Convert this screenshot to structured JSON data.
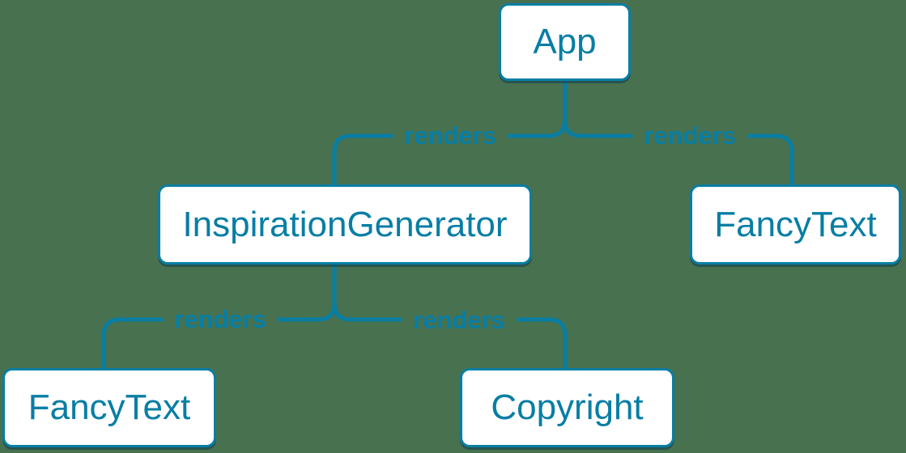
{
  "colors": {
    "background": "#487150",
    "accent": "#087ea4",
    "node_fill": "#ffffff"
  },
  "diagram": {
    "type": "component-render-tree",
    "nodes": [
      {
        "id": "app",
        "label": "App"
      },
      {
        "id": "inspiration-generator",
        "label": "InspirationGenerator"
      },
      {
        "id": "fancy-text-top-right",
        "label": "FancyText"
      },
      {
        "id": "fancy-text-bottom-left",
        "label": "FancyText"
      },
      {
        "id": "copyright",
        "label": "Copyright"
      }
    ],
    "edges": [
      {
        "from": "App",
        "to": "InspirationGenerator",
        "label": "renders"
      },
      {
        "from": "App",
        "to": "FancyText",
        "label": "renders"
      },
      {
        "from": "InspirationGenerator",
        "to": "FancyText",
        "label": "renders"
      },
      {
        "from": "InspirationGenerator",
        "to": "Copyright",
        "label": "renders"
      }
    ]
  }
}
